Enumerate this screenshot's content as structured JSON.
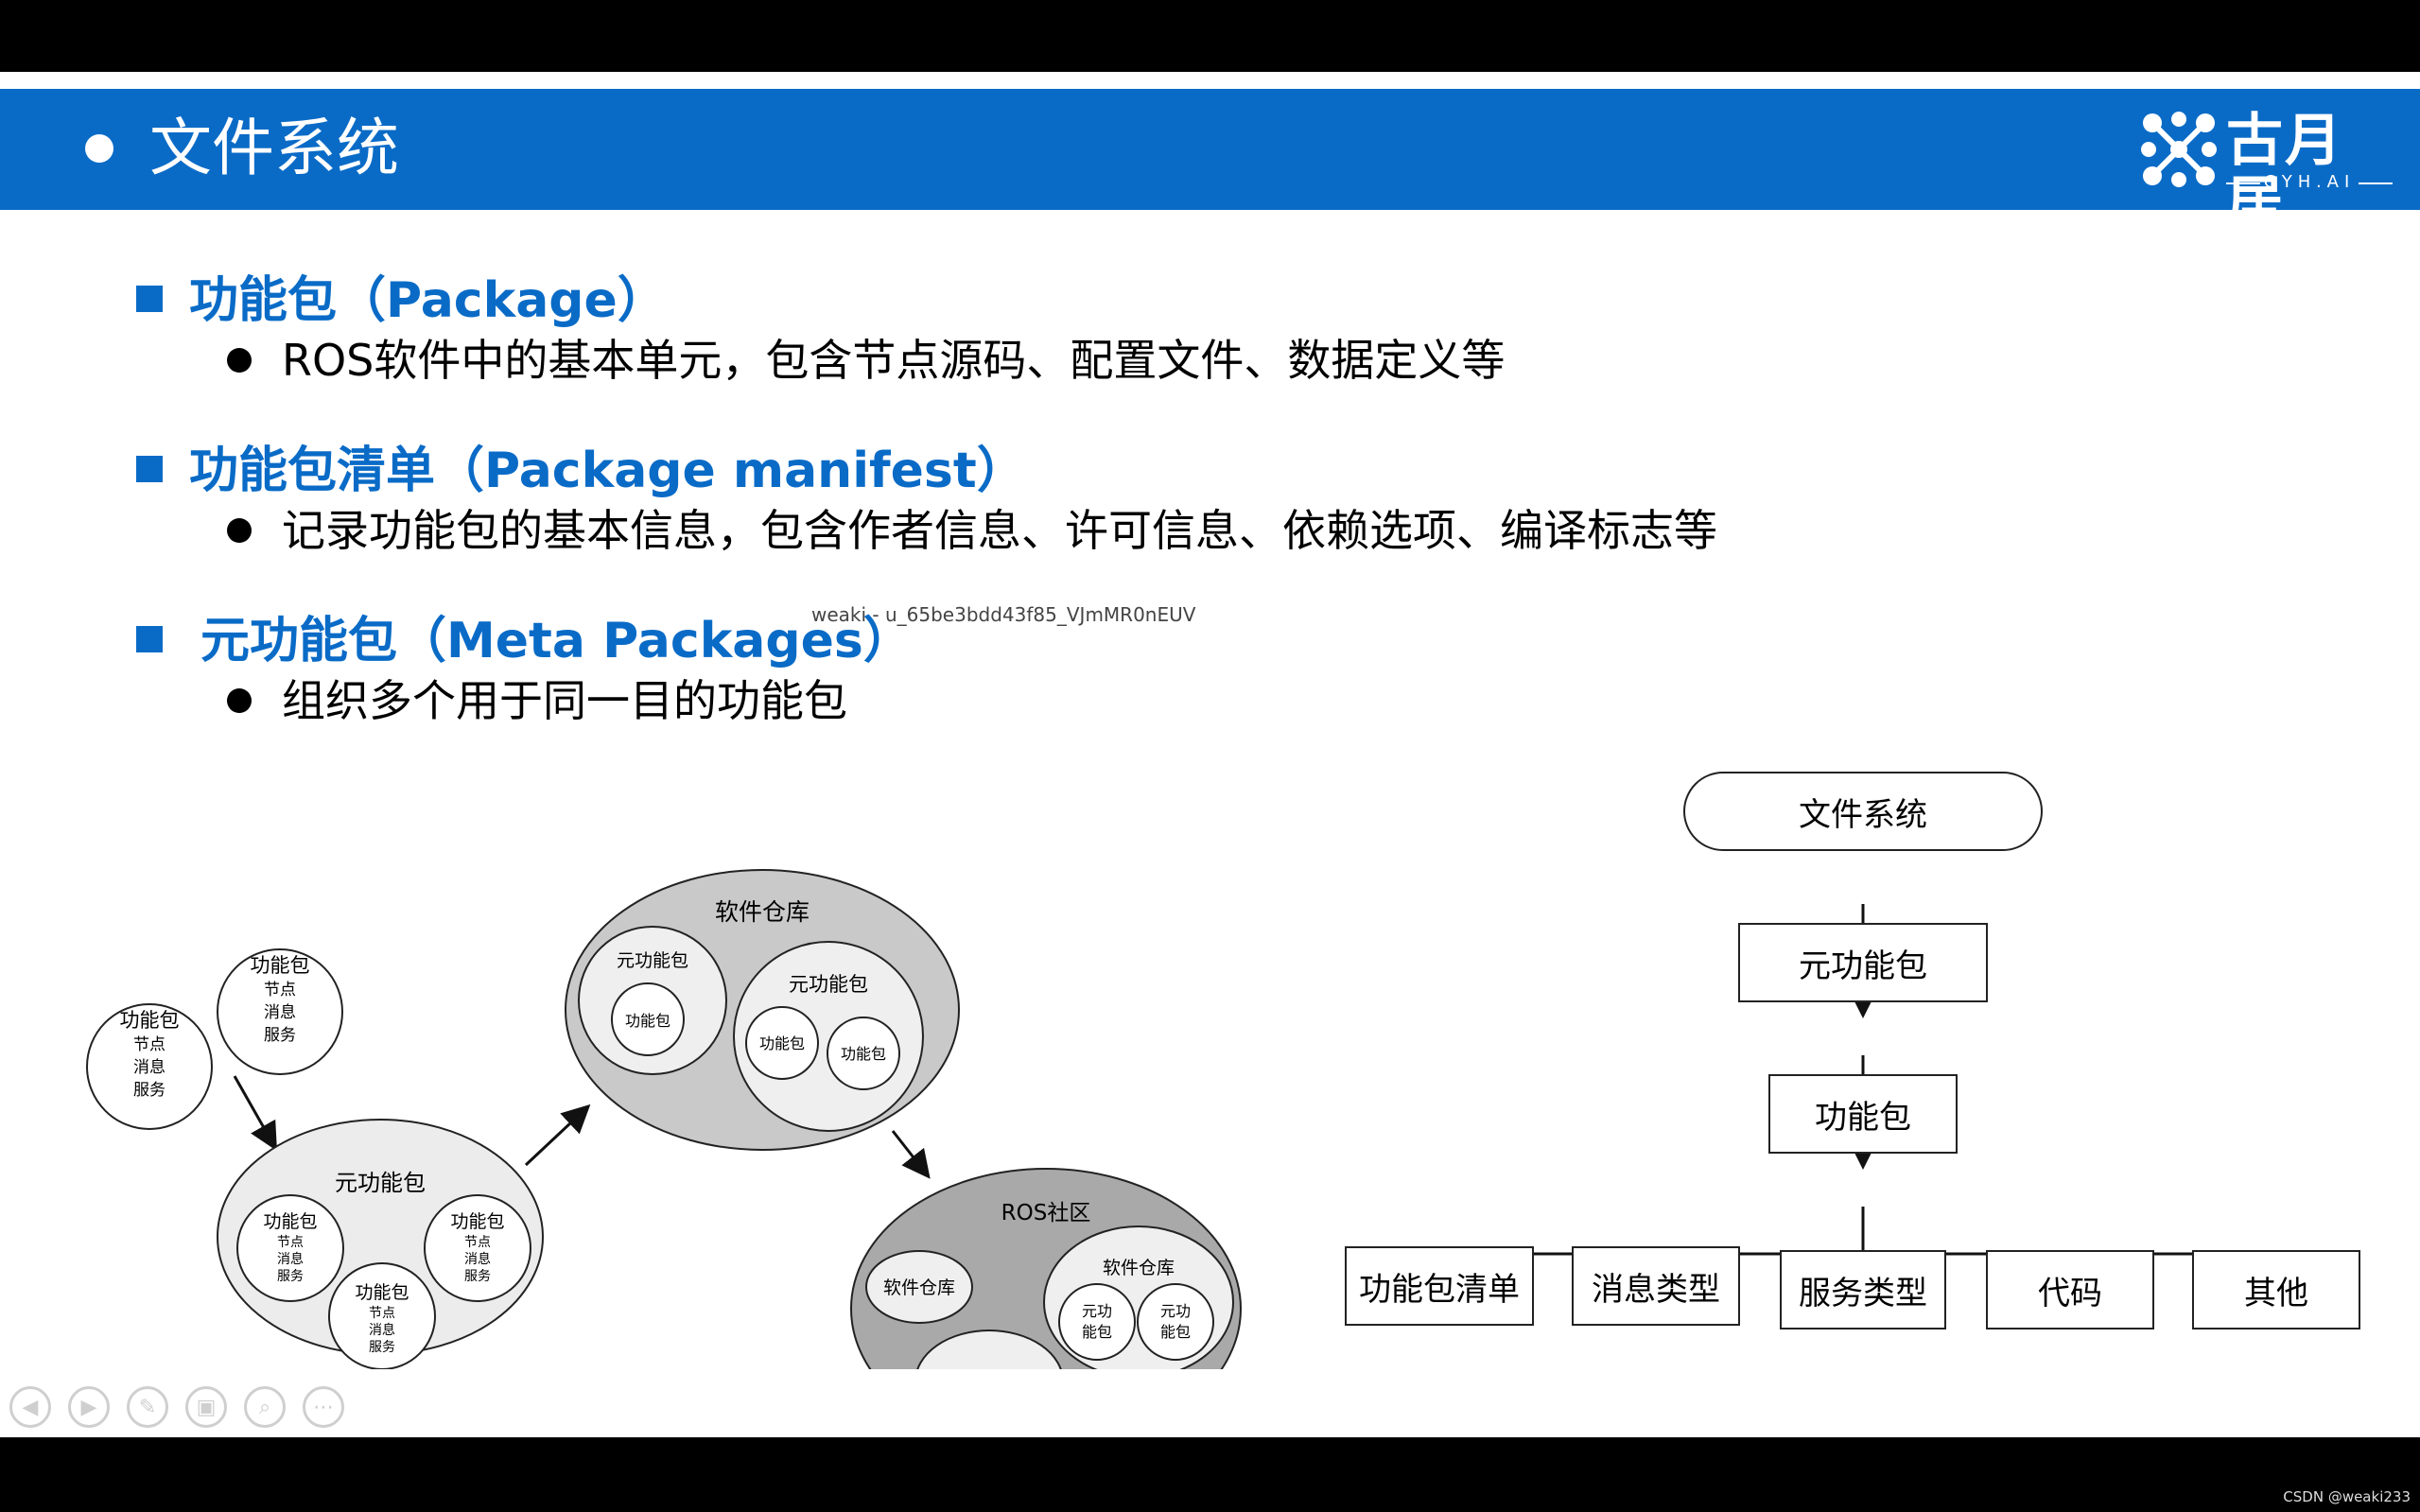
{
  "header": {
    "title": "文件系统",
    "logo_text": "古月居",
    "logo_sub": "GYH.AI"
  },
  "sections": [
    {
      "heading": "功能包（Package）",
      "bullet": "ROS软件中的基本单元，包含节点源码、配置文件、数据定义等"
    },
    {
      "heading": "功能包清单（Package manifest）",
      "bullet": "记录功能包的基本信息，包含作者信息、许可信息、依赖选项、编译标志等"
    },
    {
      "heading": "元功能包（Meta Packages）",
      "bullet": "组织多个用于同一目的功能包"
    }
  ],
  "watermark": "weaki - u_65be3bdd43f85_VJmMR0nEUV",
  "left_diagram": {
    "package": "功能包",
    "node": "节点",
    "message": "消息",
    "service": "服务",
    "meta_package": "元功能包",
    "repository": "软件仓库",
    "community": "ROS社区",
    "meta_short_1": "元功",
    "meta_short_2": "能包"
  },
  "flowchart": {
    "root": "文件系统",
    "level1": "元功能包",
    "level2": "功能包",
    "leaves": [
      "功能包清单",
      "消息类型",
      "服务类型",
      "代码",
      "其他"
    ]
  },
  "footer": {
    "credit": "CSDN @weaki233"
  }
}
